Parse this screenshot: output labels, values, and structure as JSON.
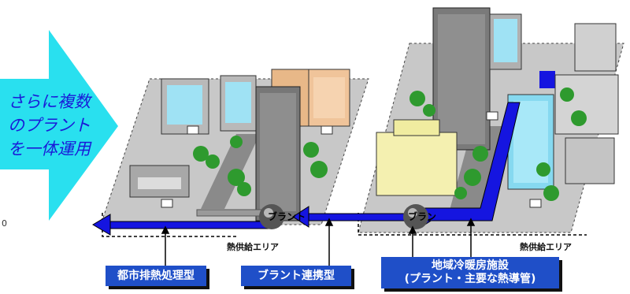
{
  "arrow": {
    "line1": "さらに複数",
    "line2": "のプラント",
    "line3": "を一体運用"
  },
  "plant_label_left": "ブラント",
  "plant_label_right": "ブラン",
  "area_label_left": "熱供給エリア",
  "area_label_right": "熱供給エリア",
  "edge_glyph": "0",
  "boxes": {
    "urban": "都市排熱処理型",
    "plant_link": "ブラント連携型",
    "district_line1": "地域冷暖房施設",
    "district_line2": "(プラント・主要な熱導管)"
  },
  "colors": {
    "pipe": "#1515e0",
    "arrow": "#29e0ef",
    "box": "#1f4fc8"
  }
}
